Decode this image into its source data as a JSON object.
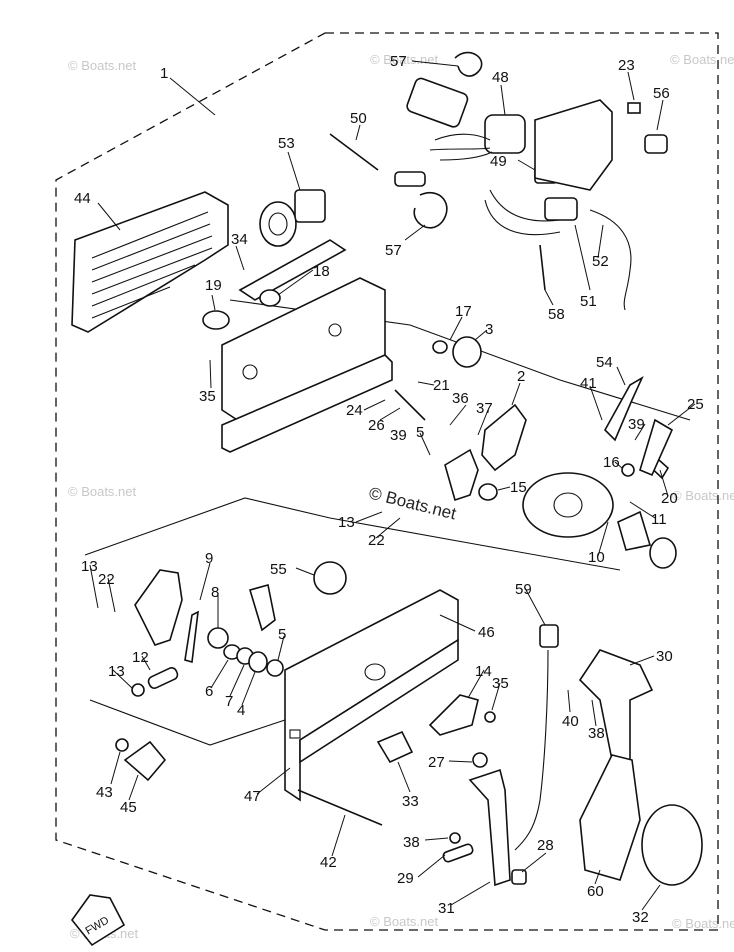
{
  "watermark": "© Boats.net",
  "fwd_label": "FWD",
  "labels": [
    "1",
    "57",
    "48",
    "23",
    "56",
    "50",
    "53",
    "49",
    "44",
    "34",
    "18",
    "57",
    "52",
    "51",
    "58",
    "19",
    "17",
    "3",
    "35",
    "21",
    "24",
    "2",
    "26",
    "39",
    "36",
    "37",
    "5",
    "41",
    "54",
    "39",
    "25",
    "16",
    "15",
    "20",
    "13",
    "22",
    "11",
    "10",
    "13",
    "22",
    "9",
    "55",
    "8",
    "59",
    "46",
    "12",
    "6",
    "7",
    "4",
    "5",
    "14",
    "35",
    "30",
    "13",
    "40",
    "38",
    "27",
    "43",
    "45",
    "47",
    "33",
    "42",
    "38",
    "28",
    "29",
    "60",
    "31",
    "32"
  ]
}
